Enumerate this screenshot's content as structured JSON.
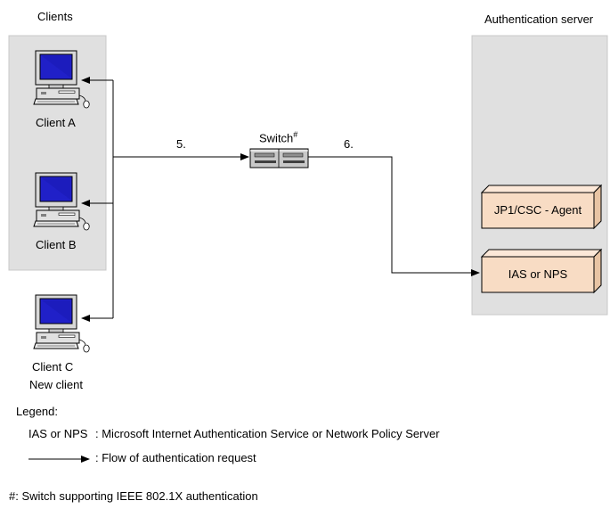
{
  "groups": {
    "clients": "Clients",
    "server": "Authentication server"
  },
  "clients": [
    {
      "label": "Client A"
    },
    {
      "label": "Client B"
    },
    {
      "label": "Client C",
      "note": "New client"
    }
  ],
  "switch": {
    "label": "Switch",
    "mark": "#"
  },
  "steps": {
    "to_switch": "5.",
    "to_server": "6."
  },
  "components": {
    "agent": "JP1/CSC - Agent",
    "ias": "IAS or NPS"
  },
  "legend": {
    "title": "Legend:",
    "ias_term": "IAS or NPS",
    "ias_desc": ": Microsoft Internet Authentication Service or Network Policy Server",
    "arrow_desc": ": Flow of authentication request",
    "footnote": "#: Switch supporting IEEE 802.1X authentication"
  },
  "colors": {
    "panel": "#e0e0e0",
    "panel_border": "#c8c8c8",
    "box_face": "#f8dcc4",
    "screen": "#2020c8"
  }
}
